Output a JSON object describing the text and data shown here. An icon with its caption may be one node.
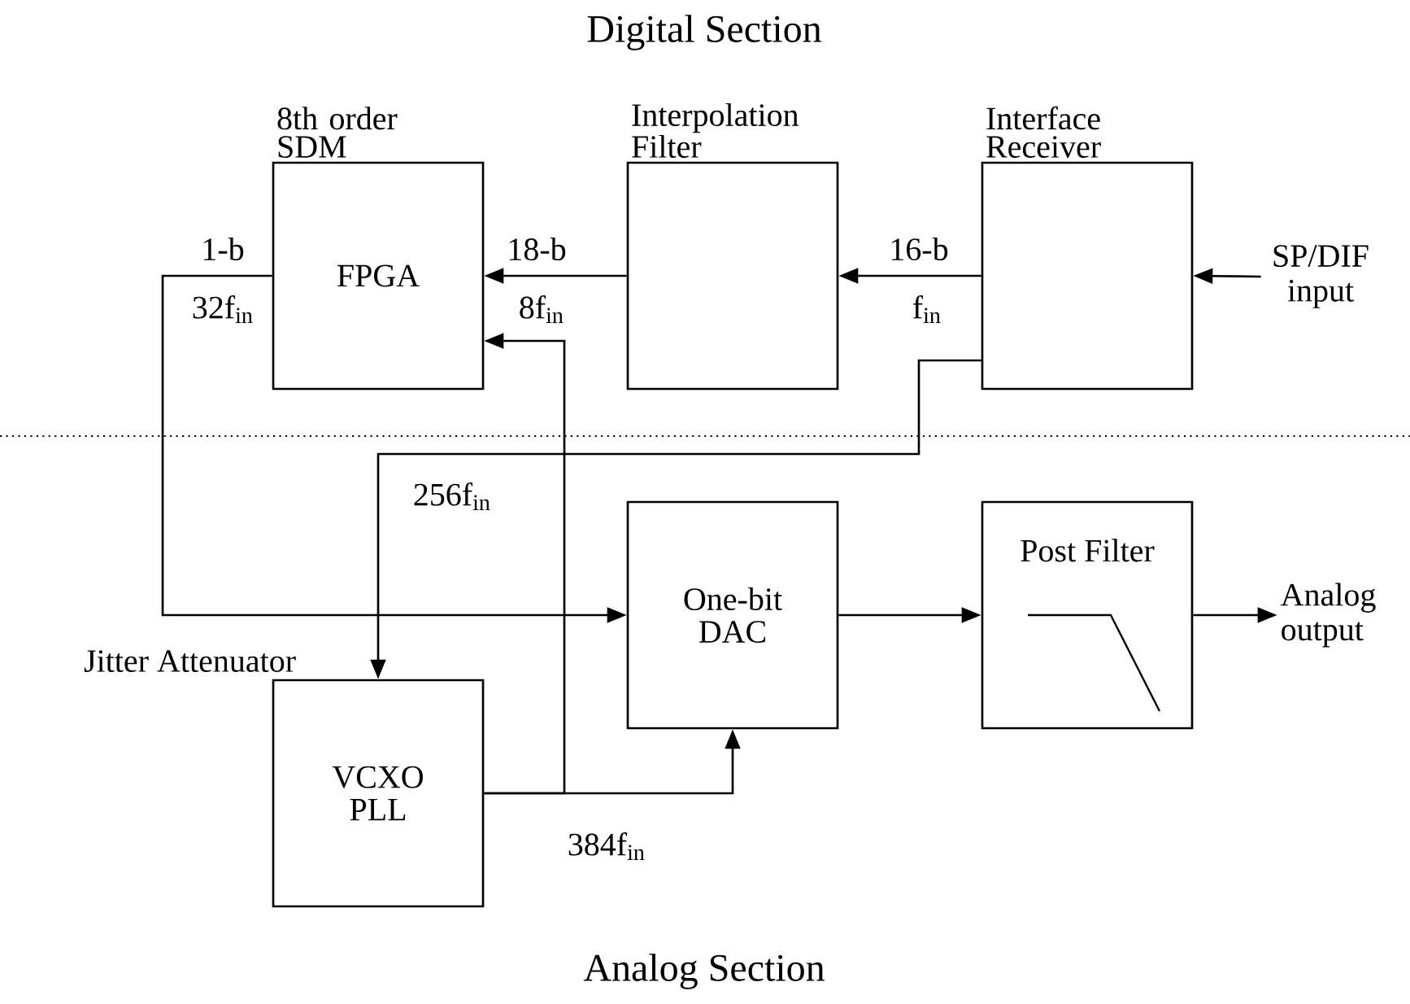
{
  "diagram": {
    "title": "Digital Section",
    "nodes": [
      {
        "text": [
          "8th order SDM",
          "FPGA"
        ]
      },
      {
        "text": [
          "Interpolation Filter"
        ]
      },
      {
        "text": [
          "Interface Receiver"
        ]
      },
      {
        "text": [
          "SP/DIF input"
        ]
      },
      {
        "text": [
          "Jitter Attenuator",
          "VCXO PLL"
        ]
      },
      {
        "text": [
          "One-bit DAC"
        ]
      },
      {
        "text": [
          "Post Filter"
        ]
      },
      {
        "text": [
          "Analog output"
        ]
      }
    ],
    "edges": [
      {
        "from": 3,
        "to": 2,
        "arrow": "to"
      },
      {
        "from": 2,
        "to": 1,
        "arrow": "to",
        "label": "16-b"
      },
      {
        "from": 1,
        "to": 0,
        "arrow": "to",
        "label": "18-b"
      },
      {
        "from": 0,
        "to": 5,
        "arrow": "to",
        "label": "1-b"
      },
      {
        "from": 2,
        "to": 4,
        "arrow": "to",
        "label": "256f$_{in}$"
      },
      {
        "from": 4,
        "to": 0,
        "arrow": "to"
      },
      {
        "from": 4,
        "to": 5,
        "arrow": "to",
        "label": "384f$_{in}$"
      },
      {
        "from": 5,
        "to": 6,
        "arrow": "to"
      },
      {
        "from": 6,
        "to": 7,
        "arrow": "to"
      }
    ],
    "labels": [
      "32f$_{in}$",
      "8f$_{in}$",
      "f$_{in}$",
      "Analog Section"
    ]
  }
}
